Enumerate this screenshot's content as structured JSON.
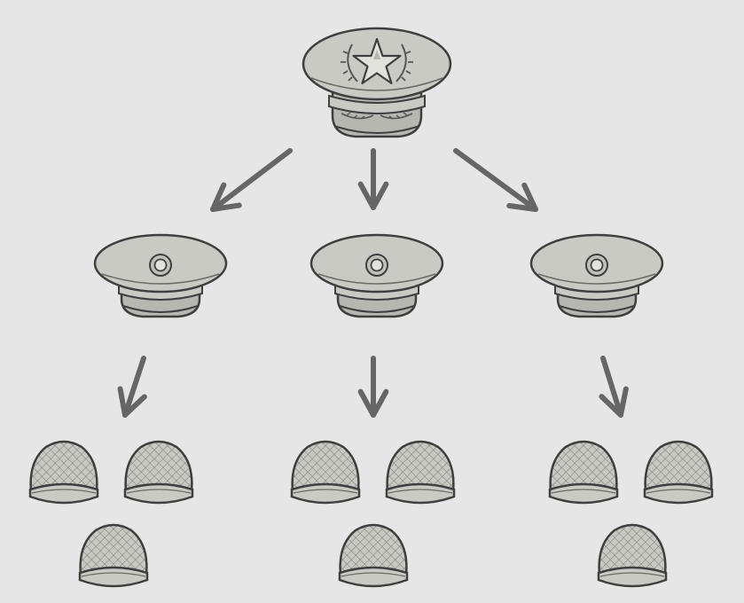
{
  "diagram": {
    "type": "hierarchy",
    "levels": [
      {
        "role": "general",
        "icon": "general-cap-icon",
        "count": 1
      },
      {
        "role": "officer",
        "icon": "officer-cap-icon",
        "count": 3
      },
      {
        "role": "soldier",
        "icon": "helmet-icon",
        "count": 9
      }
    ],
    "branching": [
      3,
      3
    ],
    "arrow_icon": "arrow-down-icon"
  },
  "colors": {
    "background": "#e6e6e6",
    "outline": "#3f3f3f",
    "cap_fill": "#c9cac4",
    "cap_band": "#b5b7b0",
    "insignia": "#e1e2dc",
    "arrow": "#666666"
  }
}
